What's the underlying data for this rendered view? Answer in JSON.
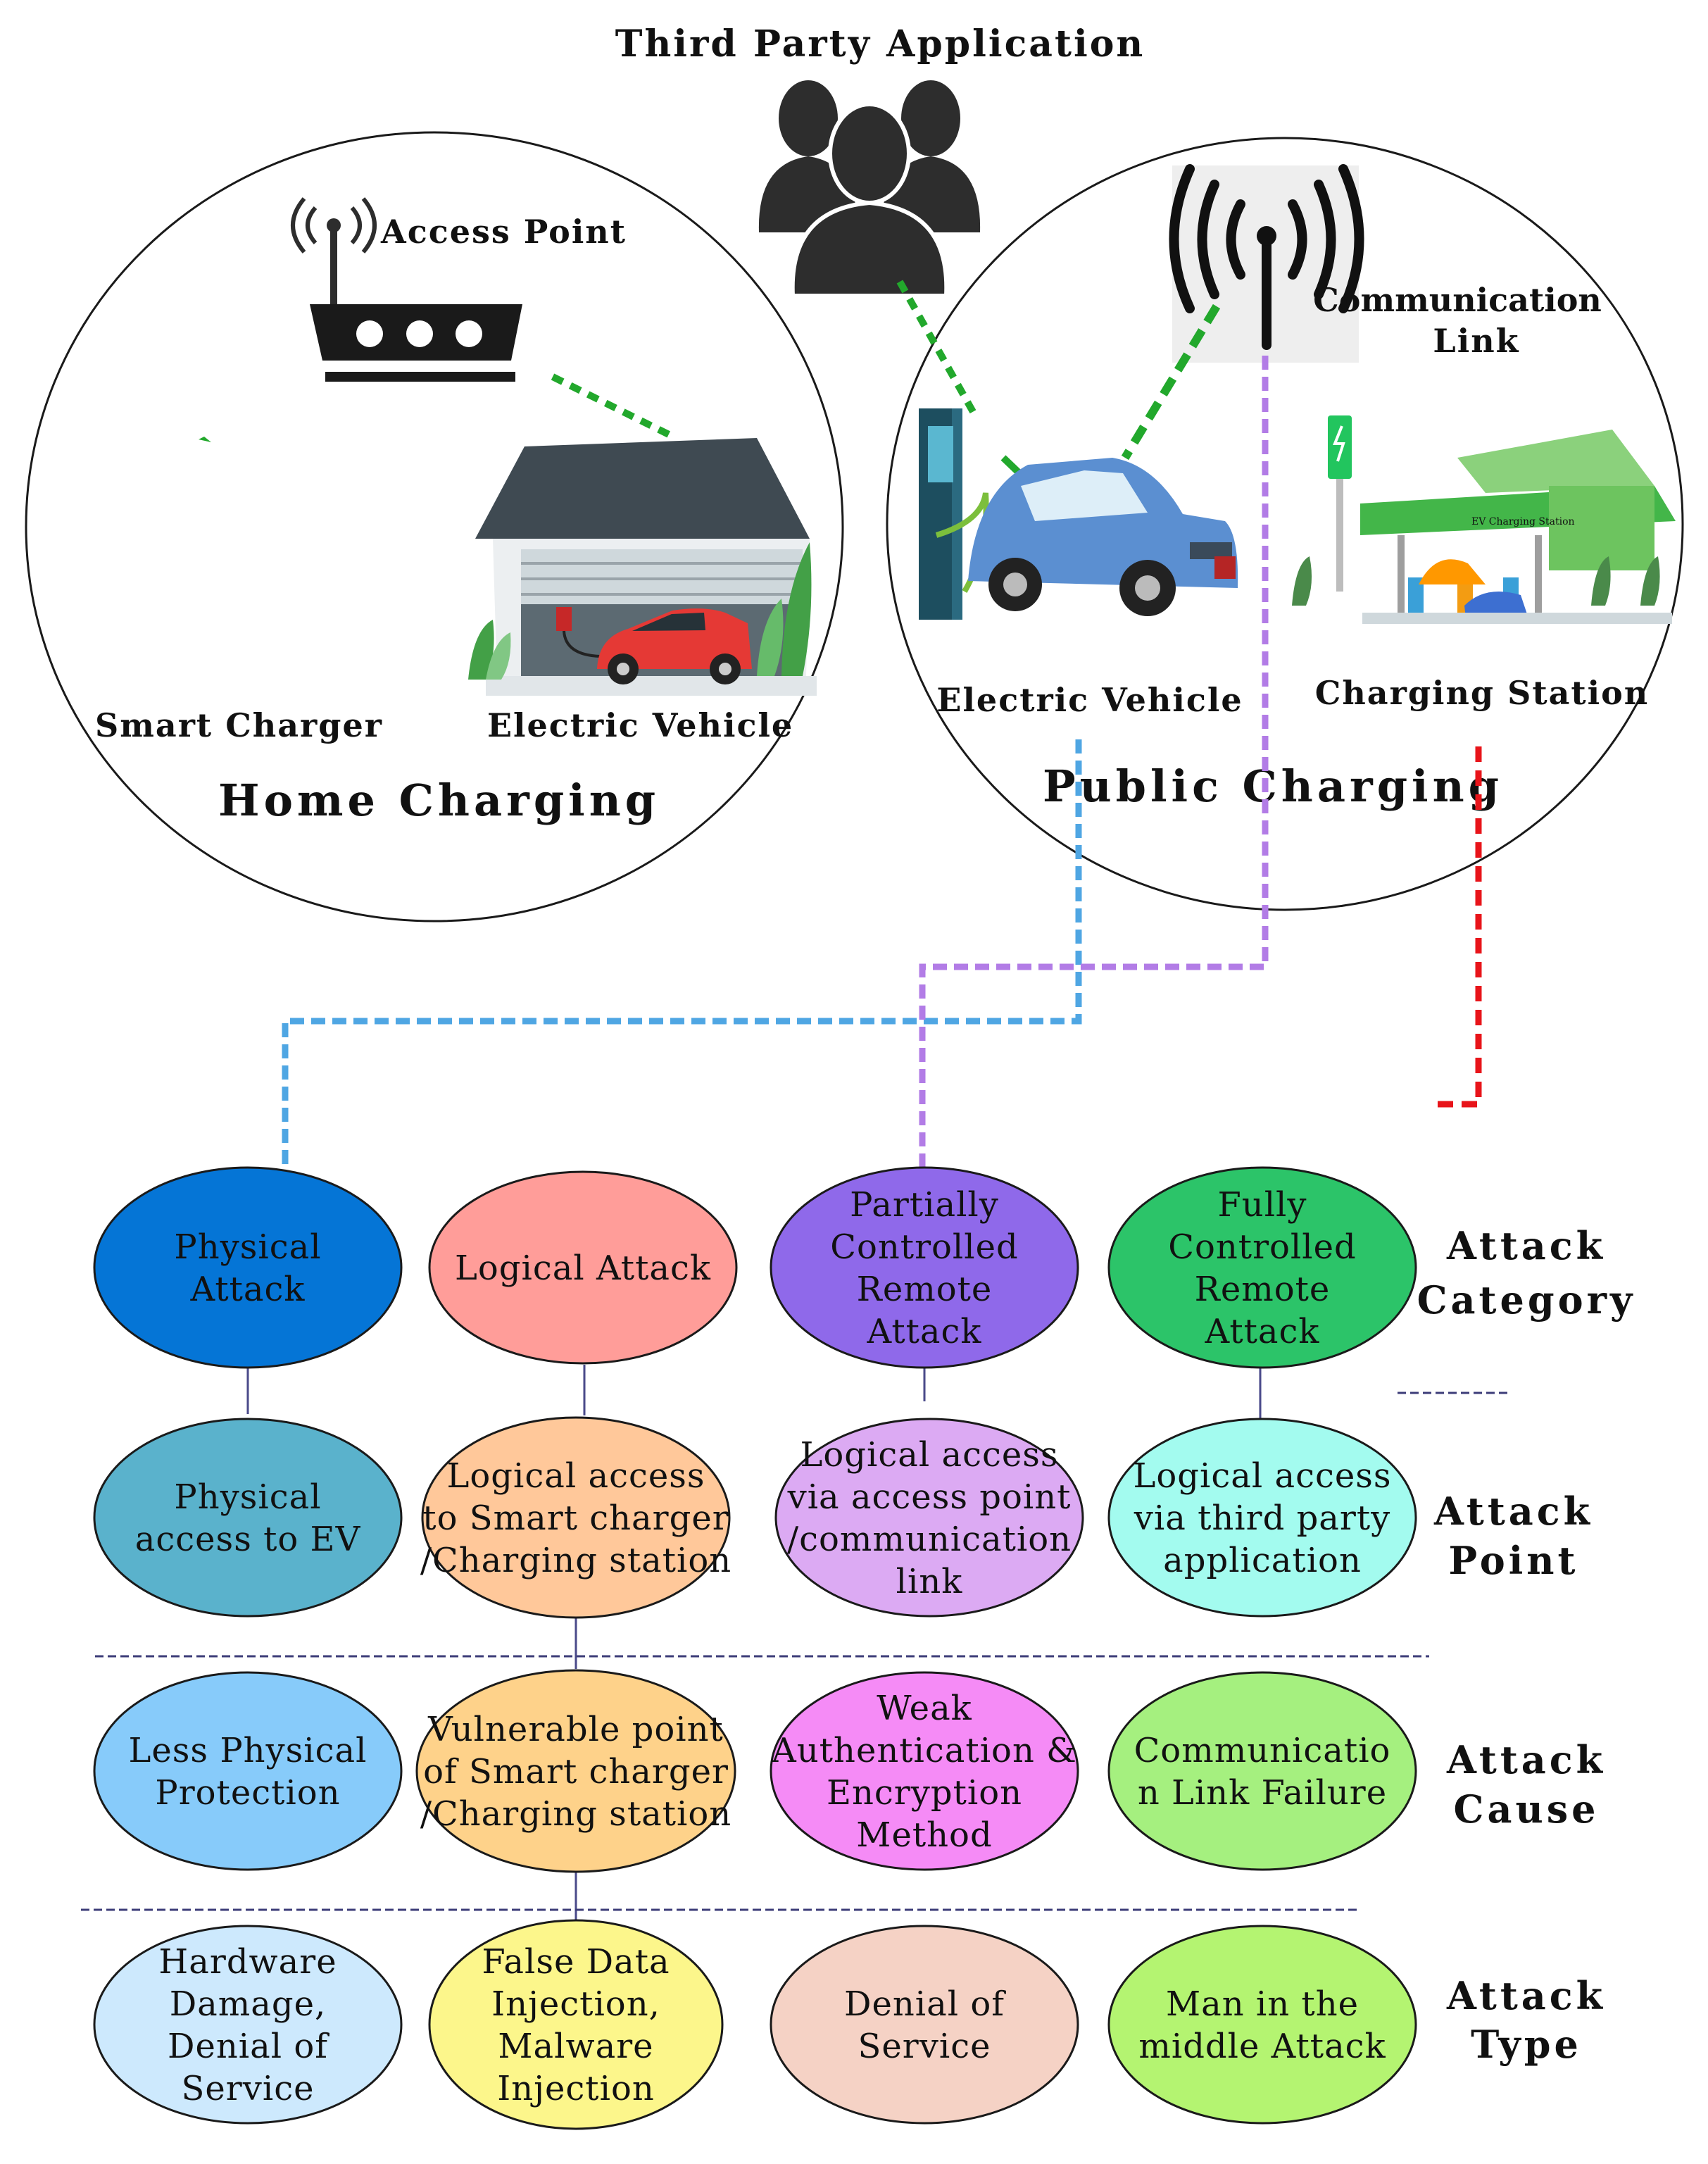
{
  "title": "Third Party Application",
  "home": {
    "label": "Home Charging",
    "access_point": "Access Point",
    "smart_charger": "Smart Charger",
    "electric_vehicle": "Electric Vehicle"
  },
  "public": {
    "label": "Public Charging",
    "communication_link": [
      "Communication",
      "Link"
    ],
    "electric_vehicle": "Electric Vehicle",
    "charging_station": "Charging Station",
    "station_sign": "EV Charging Station"
  },
  "rows": [
    {
      "label": [
        "Attack",
        "Category"
      ],
      "nodes": [
        {
          "lines": [
            "Physical",
            "Attack"
          ],
          "color": "#0575d6"
        },
        {
          "lines": [
            "Logical Attack"
          ],
          "color": "#ff9d99"
        },
        {
          "lines": [
            "Partially",
            "Controlled",
            "Remote",
            "Attack"
          ],
          "color": "#8f69ea"
        },
        {
          "lines": [
            "Fully",
            "Controlled",
            "Remote",
            "Attack"
          ],
          "color": "#2cc469"
        }
      ]
    },
    {
      "label": [
        "Attack",
        "Point"
      ],
      "nodes": [
        {
          "lines": [
            "Physical",
            "access to EV"
          ],
          "color": "#5ab2cc"
        },
        {
          "lines": [
            "Logical access",
            "to Smart charger",
            "/Charging station"
          ],
          "color": "#ffc89a"
        },
        {
          "lines": [
            "Logical access",
            "via access point",
            "/communication",
            "link"
          ],
          "color": "#dcaaf3"
        },
        {
          "lines": [
            "Logical access",
            "via third party",
            "application"
          ],
          "color": "#a3fbef"
        }
      ]
    },
    {
      "label": [
        "Attack",
        "Cause"
      ],
      "nodes": [
        {
          "lines": [
            "Less Physical",
            "Protection"
          ],
          "color": "#87cbfa"
        },
        {
          "lines": [
            "Vulnerable point",
            "of  Smart charger",
            "/Charging station"
          ],
          "color": "#fed28a"
        },
        {
          "lines": [
            "Weak",
            "Authentication &",
            "Encryption",
            "Method"
          ],
          "color": "#f58bf6"
        },
        {
          "lines": [
            "Communicatio",
            "n Link Failure"
          ],
          "color": "#a5f07f"
        }
      ]
    },
    {
      "label": [
        "Attack",
        "Type"
      ],
      "nodes": [
        {
          "lines": [
            "Hardware",
            "Damage,",
            "Denial of",
            "Service"
          ],
          "color": "#cde9fd"
        },
        {
          "lines": [
            "False Data",
            "Injection,",
            "Malware",
            "Injection"
          ],
          "color": "#fcf68b"
        },
        {
          "lines": [
            "Denial of",
            "Service"
          ],
          "color": "#f5d2c5"
        },
        {
          "lines": [
            "Man in the",
            "middle Attack"
          ],
          "color": "#b4f471"
        }
      ]
    }
  ],
  "colors": {
    "link_green": "#22a82c",
    "link_blue": "#4fa6e3",
    "link_purple": "#b27ce6",
    "link_red": "#e8141a",
    "divider": "#3c3c78",
    "icon_dark": "#2d2d2d"
  }
}
